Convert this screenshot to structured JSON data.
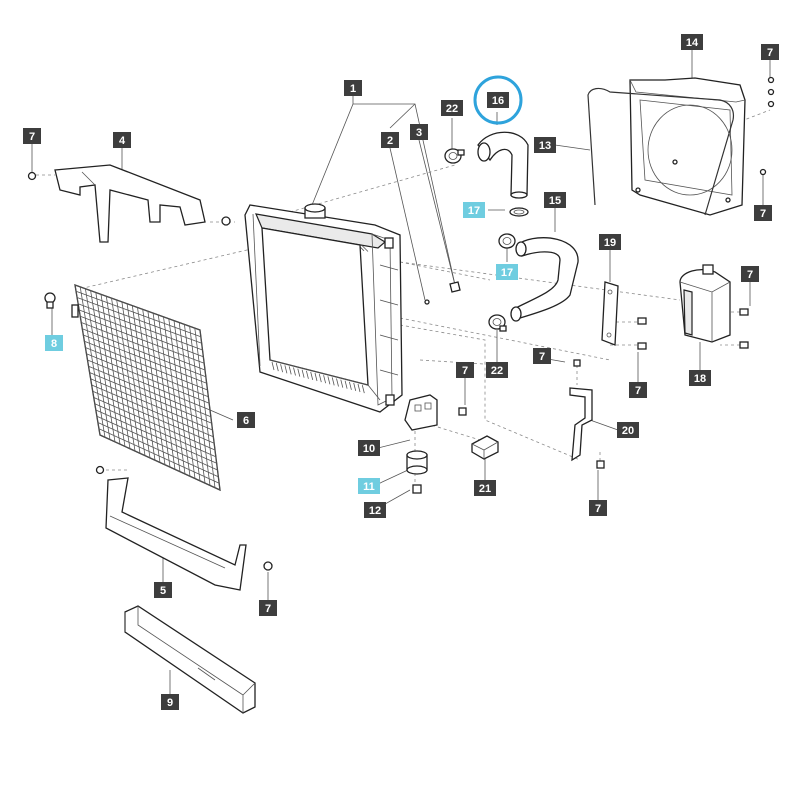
{
  "diagram": {
    "callouts": [
      {
        "id": "c1",
        "label": "1"
      },
      {
        "id": "c2",
        "label": "2"
      },
      {
        "id": "c3",
        "label": "3"
      },
      {
        "id": "c4",
        "label": "4"
      },
      {
        "id": "c5",
        "label": "5"
      },
      {
        "id": "c6",
        "label": "6"
      },
      {
        "id": "c7a",
        "label": "7"
      },
      {
        "id": "c7b",
        "label": "7"
      },
      {
        "id": "c7c",
        "label": "7"
      },
      {
        "id": "c7d",
        "label": "7"
      },
      {
        "id": "c7e",
        "label": "7"
      },
      {
        "id": "c7f",
        "label": "7"
      },
      {
        "id": "c7g",
        "label": "7"
      },
      {
        "id": "c7h",
        "label": "7"
      },
      {
        "id": "c7i",
        "label": "7"
      },
      {
        "id": "c8",
        "label": "8"
      },
      {
        "id": "c9",
        "label": "9"
      },
      {
        "id": "c10",
        "label": "10"
      },
      {
        "id": "c11",
        "label": "11"
      },
      {
        "id": "c12",
        "label": "12"
      },
      {
        "id": "c13",
        "label": "13"
      },
      {
        "id": "c14",
        "label": "14"
      },
      {
        "id": "c15",
        "label": "15"
      },
      {
        "id": "c16",
        "label": "16"
      },
      {
        "id": "c17a",
        "label": "17"
      },
      {
        "id": "c17b",
        "label": "17"
      },
      {
        "id": "c18",
        "label": "18"
      },
      {
        "id": "c19",
        "label": "19"
      },
      {
        "id": "c20",
        "label": "20"
      },
      {
        "id": "c21",
        "label": "21"
      },
      {
        "id": "c22a",
        "label": "22"
      },
      {
        "id": "c22b",
        "label": "22"
      }
    ],
    "highlighted_callout": "16",
    "colors": {
      "callout_bg": "#3d3d3d",
      "callout_highlight_bg": "#6fcde0",
      "selection_ring": "#2ea3dc"
    }
  }
}
